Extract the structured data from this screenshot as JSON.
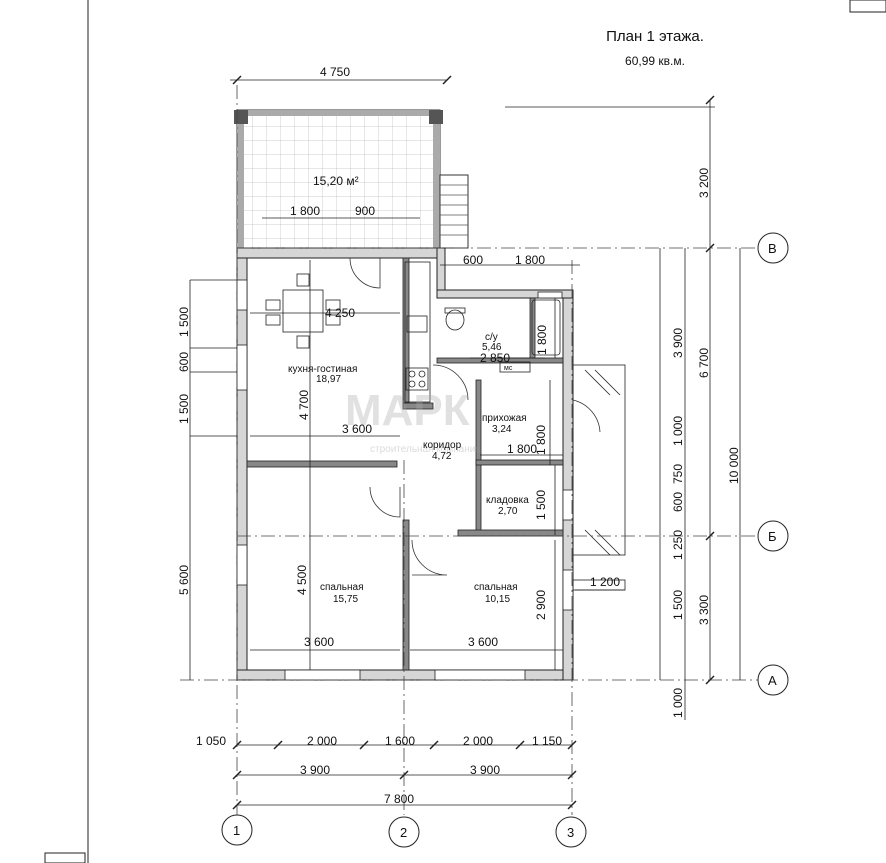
{
  "title": "План 1 этажа.",
  "area_total": "60,99 кв.м.",
  "terrace": {
    "area": "15,20 м²",
    "dim_width": "4 750",
    "dim_a": "1 800",
    "dim_b": "900"
  },
  "rooms": {
    "kitchen": {
      "name": "кухня-гостиная",
      "area": "18,97",
      "dim_top": "4 250",
      "dim_bottom": "3 600",
      "dim_height": "4 700"
    },
    "bath": {
      "name": "с/у",
      "area": "5,46",
      "dim_width": "2 850",
      "dim_height": "1 800",
      "label_mc": "мс"
    },
    "hall": {
      "name": "прихожая",
      "area": "3,24",
      "dim_height": "1 800"
    },
    "corridor": {
      "name": "коридор",
      "area": "4,72",
      "dim_width": "1 800"
    },
    "storage": {
      "name": "кладовка",
      "area": "2,70",
      "dim_height": "1 500"
    },
    "bedroom1": {
      "name": "спальная",
      "area": "15,75",
      "dim_width": "3 600",
      "dim_height": "4 500"
    },
    "bedroom2": {
      "name": "спальная",
      "area": "10,15",
      "dim_width": "3 600",
      "dim_height": "2 900"
    }
  },
  "dims_top": {
    "d600": "600",
    "d1800": "1 800"
  },
  "dims_left": {
    "d1500a": "1 500",
    "d600": "600",
    "d1500b": "1 500",
    "d5600": "5 600"
  },
  "dims_right": {
    "d3200": "3 200",
    "d3900": "3 900",
    "d6700": "6 700",
    "d10000": "10 000",
    "d1000a": "1 000",
    "d750": "750",
    "d600": "600",
    "d1250": "1 250",
    "d1500": "1 500",
    "d3300": "3 300",
    "d1000b": "1 000",
    "d1200": "1 200"
  },
  "dims_bottom": {
    "row1": [
      "1 050",
      "2 000",
      "1 600",
      "2 000",
      "1 150"
    ],
    "row2": [
      "3 900",
      "3 900"
    ],
    "row3": "7 800"
  },
  "axes": {
    "col1": "1",
    "col2": "2",
    "col3": "3",
    "rowA": "А",
    "rowB": "Б",
    "rowV": "В"
  },
  "watermark": {
    "main": "МАРК",
    "sub": "строительная компания"
  }
}
